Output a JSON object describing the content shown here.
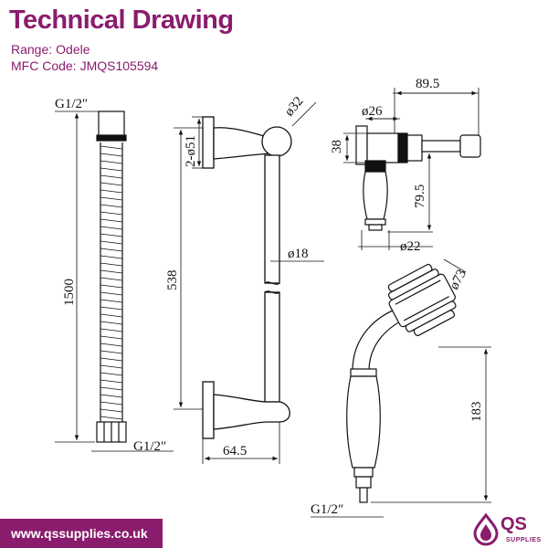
{
  "header": {
    "title": "Technical Drawing",
    "range_label": "Range:",
    "range_value": "Odele",
    "mfc_label": "MFC Code:",
    "mfc_value": "JMQS105594"
  },
  "dimensions": {
    "hose_top_thread": "G1/2″",
    "hose_length": "1500",
    "hose_bottom_thread": "G1/2″",
    "bracket_count_dia": "2-ø51",
    "rail_top_dia": "ø32",
    "rail_height": "538",
    "rail_tube_dia": "ø18",
    "rail_projection": "64.5",
    "elbow_width": "89.5",
    "elbow_body_dia": "ø26",
    "elbow_height": "38",
    "elbow_drop": "79.5",
    "elbow_outlet_dia": "ø22",
    "handset_head_dia": "ø73",
    "handset_length": "183",
    "handset_thread": "G1/2″"
  },
  "footer": {
    "website": "www.qssupplies.co.uk",
    "brand": "QS",
    "brand_sub": "SUPPLIES"
  },
  "colors": {
    "brand": "#8a1c6d",
    "line": "#111111"
  }
}
